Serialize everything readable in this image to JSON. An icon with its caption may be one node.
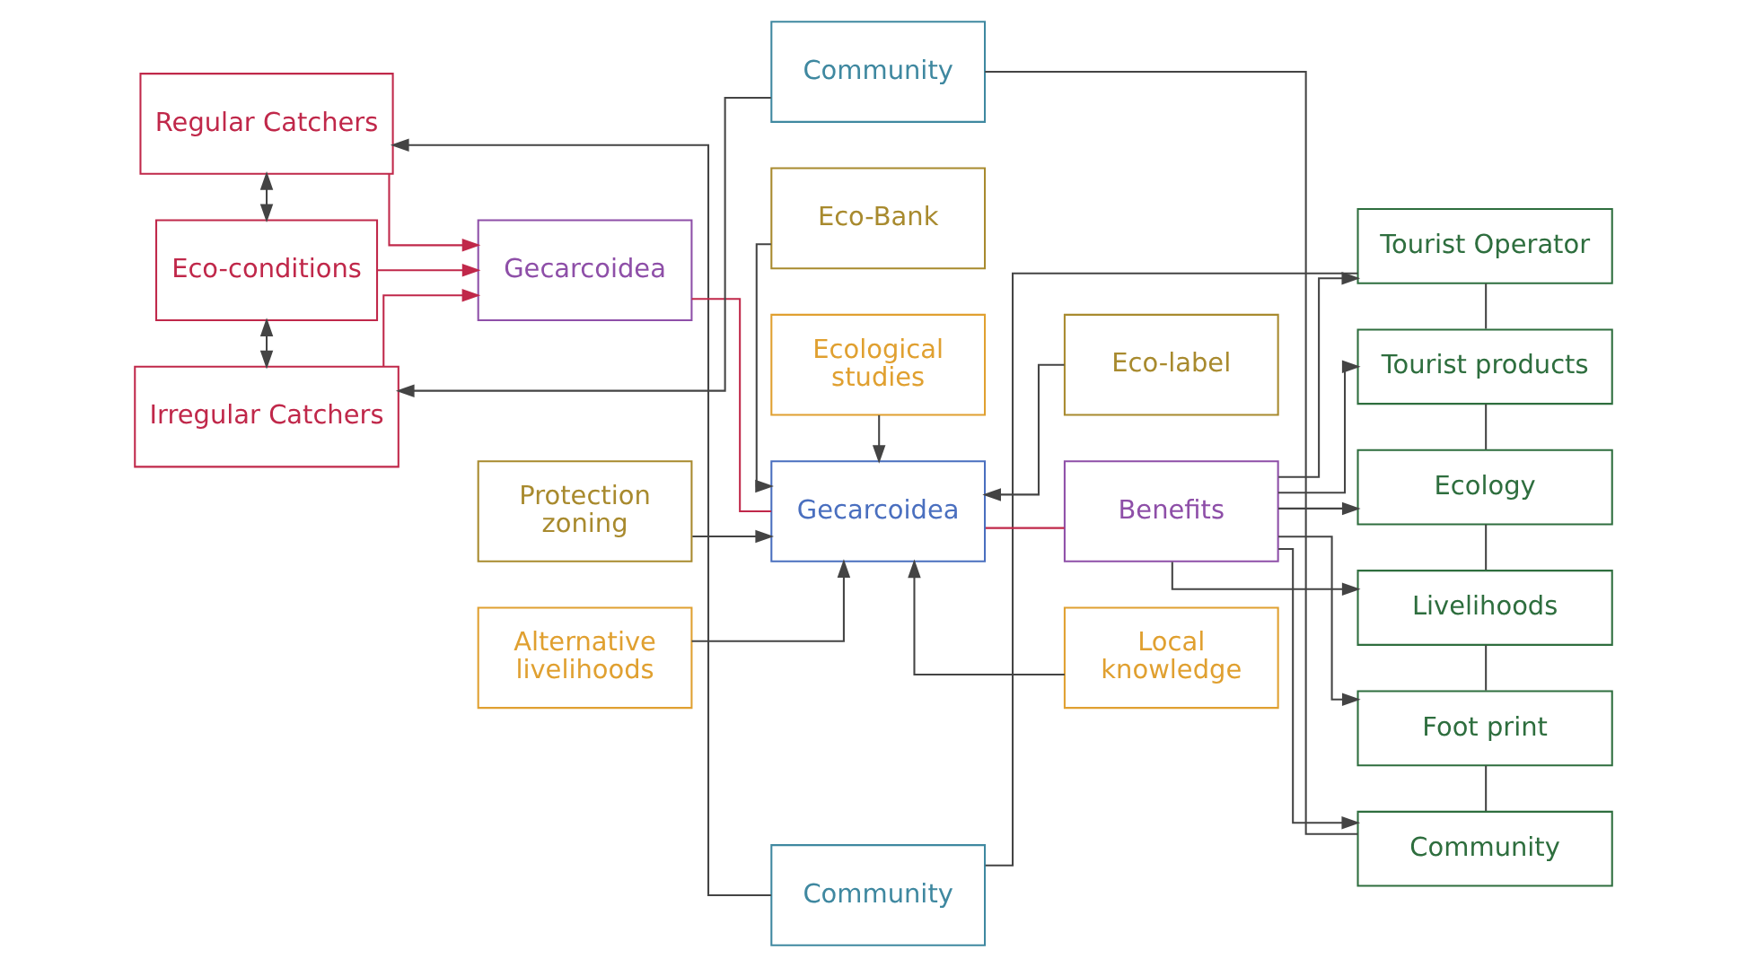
{
  "diagram": {
    "nodes": [
      {
        "text": [
          "Community"
        ]
      },
      {
        "text": [
          "Regular Catchers"
        ]
      },
      {
        "text": [
          "Eco-conditions"
        ]
      },
      {
        "text": [
          "Irregular Catchers"
        ]
      },
      {
        "text": [
          "Protection zoning"
        ]
      },
      {
        "text": [
          "Eco-Bank"
        ]
      },
      {
        "text": [
          "Eco-label"
        ]
      },
      {
        "text": [
          "Gecarcoidea"
        ]
      },
      {
        "text": [
          "Gecarcoidea"
        ]
      },
      {
        "text": [
          "Benefits"
        ]
      },
      {
        "text": [
          "Alternative livelihoods"
        ]
      },
      {
        "text": [
          "Ecological studies"
        ]
      },
      {
        "text": [
          "Local knowledge"
        ]
      },
      {
        "text": [
          "Tourist Operator"
        ]
      },
      {
        "text": [
          "Tourist products"
        ]
      },
      {
        "text": [
          "Ecology"
        ]
      },
      {
        "text": [
          "Livelihoods"
        ]
      },
      {
        "text": [
          "Foot print"
        ]
      },
      {
        "text": [
          "Community"
        ]
      },
      {
        "text": [
          "Community"
        ]
      }
    ],
    "edges": [
      {
        "from": 0,
        "to": 1,
        "arrow": "to"
      },
      {
        "from": 0,
        "to": 13,
        "arrow": "none"
      },
      {
        "from": 1,
        "to": 2,
        "arrow": "both"
      },
      {
        "from": 2,
        "to": 3,
        "arrow": "both"
      },
      {
        "from": 1,
        "to": 7,
        "arrow": "to",
        "color": "#c0284a"
      },
      {
        "from": 2,
        "to": 7,
        "arrow": "to",
        "color": "#c0284a"
      },
      {
        "from": 3,
        "to": 7,
        "arrow": "to",
        "color": "#c0284a"
      },
      {
        "from": 4,
        "to": 8,
        "arrow": "to"
      },
      {
        "from": 5,
        "to": 8,
        "arrow": "to"
      },
      {
        "from": 6,
        "to": 8,
        "arrow": "to"
      },
      {
        "from": 7,
        "to": 8,
        "arrow": "none",
        "color": "#c0284a"
      },
      {
        "from": 8,
        "to": 9,
        "arrow": "none",
        "color": "#c0284a"
      },
      {
        "from": 10,
        "to": 8,
        "arrow": "to"
      },
      {
        "from": 11,
        "to": 8,
        "arrow": "to"
      },
      {
        "from": 12,
        "to": 8,
        "arrow": "to"
      },
      {
        "from": 9,
        "to": 13,
        "arrow": "to"
      },
      {
        "from": 9,
        "to": 14,
        "arrow": "to"
      },
      {
        "from": 9,
        "to": 15,
        "arrow": "to"
      },
      {
        "from": 9,
        "to": 16,
        "arrow": "to"
      },
      {
        "from": 9,
        "to": 17,
        "arrow": "to"
      },
      {
        "from": 9,
        "to": 18,
        "arrow": "to"
      },
      {
        "from": 13,
        "to": 14,
        "arrow": "none"
      },
      {
        "from": 14,
        "to": 15,
        "arrow": "none"
      },
      {
        "from": 15,
        "to": 16,
        "arrow": "none"
      },
      {
        "from": 16,
        "to": 17,
        "arrow": "none"
      },
      {
        "from": 17,
        "to": 18,
        "arrow": "none"
      },
      {
        "from": 18,
        "to": 19,
        "arrow": "none"
      },
      {
        "from": 19,
        "to": 3,
        "arrow": "to"
      }
    ]
  }
}
